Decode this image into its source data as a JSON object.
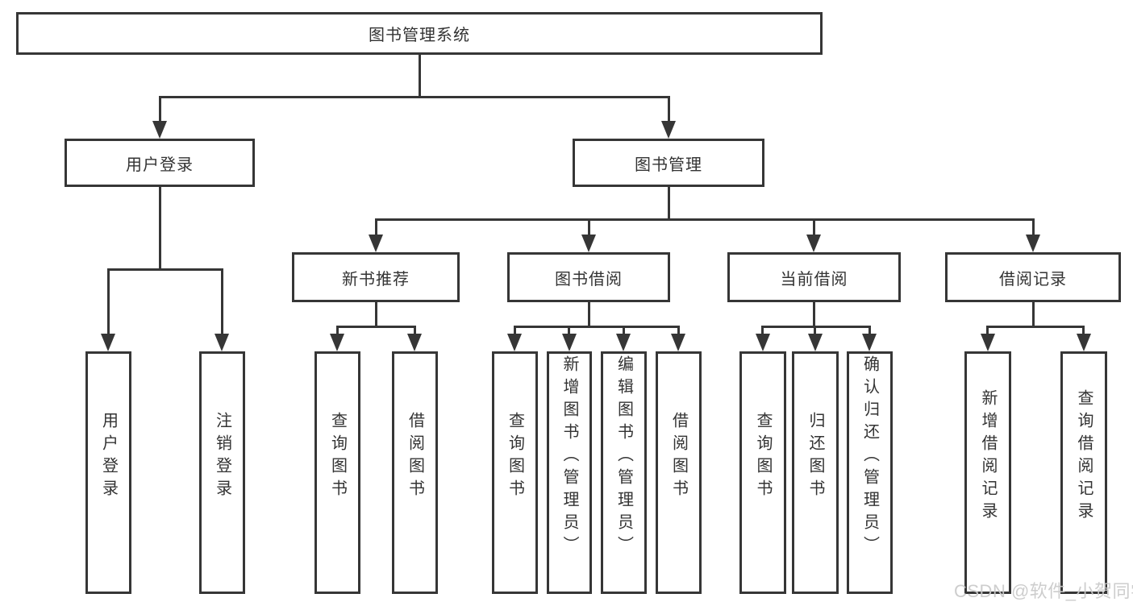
{
  "colors": {
    "background": "#ffffff",
    "line": "#363636",
    "box_border": "#363636",
    "text": "#333333",
    "watermark": "#c9c9c9"
  },
  "tree": {
    "label": "图书管理系统",
    "children": [
      {
        "label": "用户登录",
        "children": [
          {
            "label": "用户登录"
          },
          {
            "label": "注销登录"
          }
        ]
      },
      {
        "label": "图书管理",
        "children": [
          {
            "label": "新书推荐",
            "children": [
              {
                "label": "查询图书"
              },
              {
                "label": "借阅图书"
              }
            ]
          },
          {
            "label": "图书借阅",
            "children": [
              {
                "label": "查询图书"
              },
              {
                "label": "新增图书（管理员）"
              },
              {
                "label": "编辑图书（管理员）"
              },
              {
                "label": "借阅图书"
              }
            ]
          },
          {
            "label": "当前借阅",
            "children": [
              {
                "label": "查询图书"
              },
              {
                "label": "归还图书"
              },
              {
                "label": "确认归还（管理员）"
              }
            ]
          },
          {
            "label": "借阅记录",
            "children": [
              {
                "label": "新增借阅记录"
              },
              {
                "label": "查询借阅记录"
              }
            ]
          }
        ]
      }
    ]
  },
  "watermark": {
    "text": "CSDN @软件_小贺同学"
  }
}
